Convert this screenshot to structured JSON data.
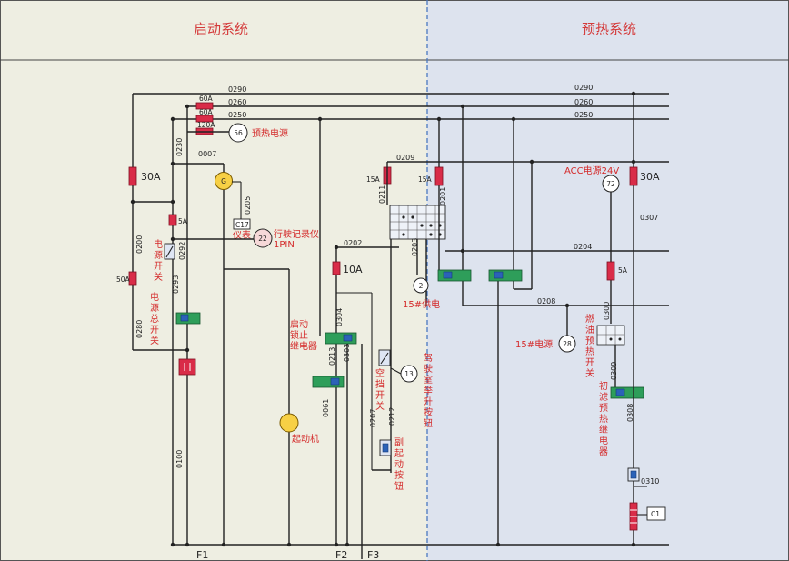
{
  "sections": {
    "left_title": "启动系统",
    "right_title": "预热系统"
  },
  "colors": {
    "left_bg": "#eeeee2",
    "right_bg": "#dde3ee",
    "label_red": "#d42a2a",
    "fuse": "#d92c48",
    "relay": "#2e9e5a",
    "connector_circle": "#f6d8d8",
    "motor_yellow": "#f7d045",
    "divider": "#4a78c0"
  },
  "wires": {
    "w0290a": "0290",
    "w0260a": "0260",
    "w0250a": "0250",
    "w0290b": "0290",
    "w0260b": "0260",
    "w0250b": "0250",
    "w0230": "0230",
    "w0007": "0007",
    "w0205": "0205",
    "w0200": "0200",
    "w0292": "0292",
    "w0293": "0293",
    "w0280": "0280",
    "w0100": "0100",
    "w0202": "0202",
    "w0209": "0209",
    "w0211": "0211",
    "w0201": "0201",
    "w0203": "0203",
    "w0204": "0204",
    "w0208": "0208",
    "w0213": "0213",
    "w0304": "0304",
    "w0303": "0303",
    "w0061": "0061",
    "w0207": "0207",
    "w0212": "0212",
    "w0300": "0300",
    "w0309": "0309",
    "w0308": "0308",
    "w0307": "0307",
    "w0310": "0310"
  },
  "fuses": {
    "f60a1": "60A",
    "f60a2": "60A",
    "f120a": "120A",
    "f30a_left": "30A",
    "f5a_left": "5A",
    "f50a": "50A",
    "f10a": "10A",
    "f15a_1": "15A",
    "f15a_2": "15A",
    "f30a_right": "30A",
    "f5a_right": "5A"
  },
  "components": {
    "preheat_power": "预热电源",
    "preheat_power_num": "56",
    "alternator": "G",
    "c17": "C17",
    "meter": "仪表",
    "recorder_num": "22",
    "recorder_l1": "行驶记录仪",
    "recorder_l2": "1PIN",
    "power_switch": [
      "电",
      "源",
      "开",
      "关"
    ],
    "main_power_switch": [
      "电",
      "源",
      "总",
      "开",
      "关"
    ],
    "start_lock_relay": [
      "启动",
      "锁止",
      "继电器"
    ],
    "starter": "起动机",
    "neutral_switch": [
      "空",
      "挡",
      "开",
      "关"
    ],
    "neutral_switch_num": "13",
    "aux_start_btn": [
      "副",
      "起",
      "动",
      "按",
      "钮"
    ],
    "cab_lift_btn": [
      "驾",
      "驶",
      "室",
      "举",
      "升",
      "按",
      "钮"
    ],
    "supply15_num": "2",
    "supply15": "15#供电",
    "power15": "15#电源",
    "power15_num": "28",
    "acc_power": "ACC电源24V",
    "acc_num": "72",
    "fuel_preheat_switch": [
      "燃",
      "油",
      "预",
      "热",
      "开",
      "关"
    ],
    "prefilter_relay": [
      "初",
      "滤",
      "预",
      "热",
      "继",
      "电",
      "器"
    ],
    "c1": "C1",
    "f1": "F1",
    "f2": "F2",
    "f3": "F3"
  }
}
